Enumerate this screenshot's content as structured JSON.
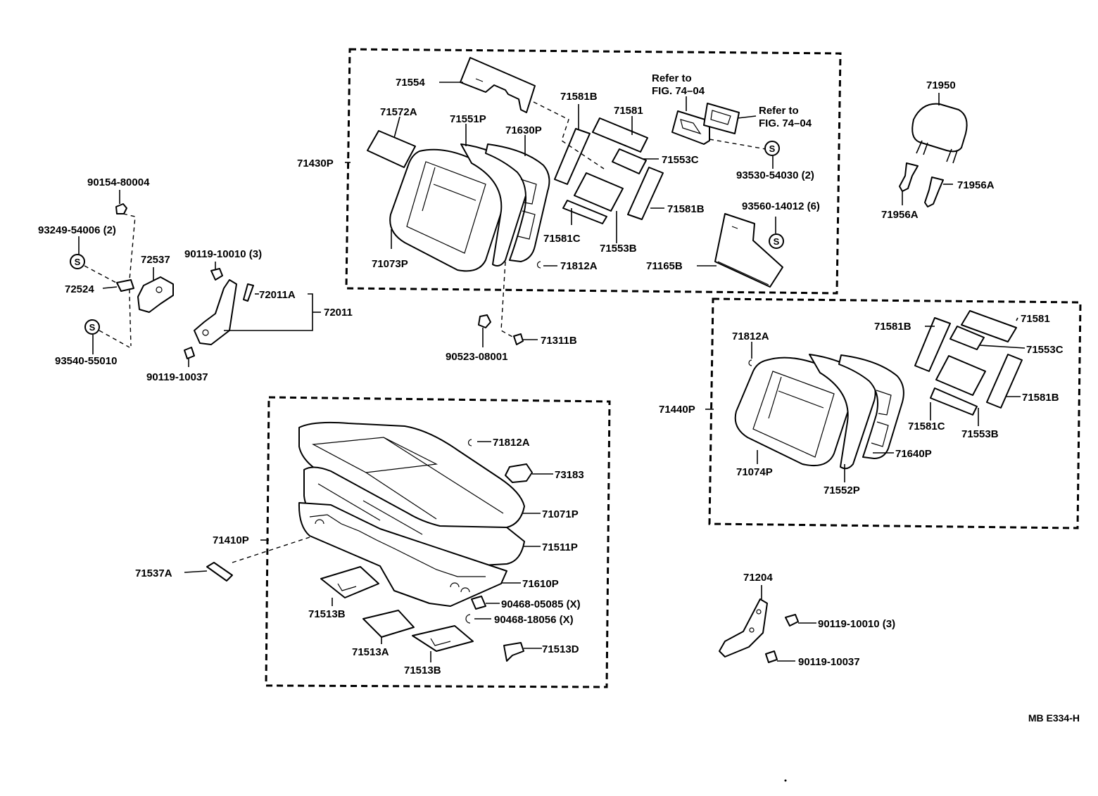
{
  "labels": {
    "p71554": "71554",
    "p71572A": "71572A",
    "p71551P": "71551P",
    "p71630P": "71630P",
    "p71581B_top": "71581B",
    "p71581_top": "71581",
    "p71553C_top": "71553C",
    "p71581B_top2": "71581B",
    "p71581C_top": "71581C",
    "p71553B_top": "71553B",
    "p71430P": "71430P",
    "p71073P": "71073P",
    "p71812A_top": "71812A",
    "p71165B": "71165B",
    "refer1": [
      "Refer to",
      "FIG. 74–04"
    ],
    "refer2": [
      "Refer to",
      "FIG. 74–04"
    ],
    "p93530": "93530-54030 (2)",
    "p93560": "93560-14012 (6)",
    "p71950": "71950",
    "p71956A_r": "71956A",
    "p71956A_l": "71956A",
    "p90154": "90154-80004",
    "p93249": "93249-54006 (2)",
    "p72537": "72537",
    "p72524": "72524",
    "p93540": "93540-55010",
    "p90119_10010_l": "90119-10010 (3)",
    "p72011A": "72011A",
    "p72011": "72011",
    "p90119_10037_l": "90119-10037",
    "p90523": "90523-08001",
    "p71311B": "71311B",
    "p71812A_r": "71812A",
    "p71581B_r": "71581B",
    "p71581_r": "71581",
    "p71553C_r": "71553C",
    "p71581B_r2": "71581B",
    "p71440P": "71440P",
    "p71581C_r": "71581C",
    "p71553B_r": "71553B",
    "p71640P": "71640P",
    "p71074P": "71074P",
    "p71552P": "71552P",
    "p71812A_c": "71812A",
    "p73183": "73183",
    "p71071P": "71071P",
    "p71410P": "71410P",
    "p71511P": "71511P",
    "p71537A": "71537A",
    "p71610P": "71610P",
    "p90468_05085": "90468-05085 (X)",
    "p90468_18056": "90468-18056 (X)",
    "p71513B_a": "71513B",
    "p71513A": "71513A",
    "p71513B_b": "71513B",
    "p71513D": "71513D",
    "p71204": "71204",
    "p90119_10010_r": "90119-10010 (3)",
    "p90119_10037_r": "90119-10037",
    "figure_code": "MB E334-H"
  },
  "symbols": {
    "s_glyph": "S"
  }
}
